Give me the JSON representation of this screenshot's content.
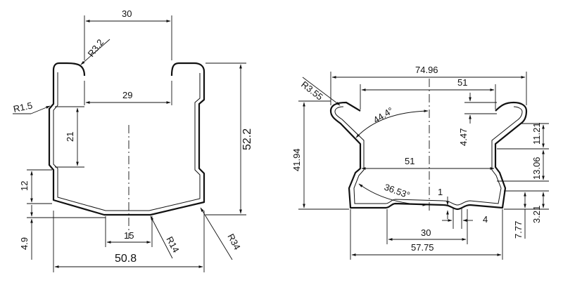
{
  "left_profile": {
    "dims": {
      "top_opening": "30",
      "corner_radius_top": "R3.2",
      "inner_width": "29",
      "side_radius": "R1.5",
      "slot_height": "21",
      "total_height": "52.2",
      "lower_step": "12",
      "bottom_offset": "4.9",
      "bottom_flat": "15",
      "bottom_radius_small": "R14",
      "bottom_radius_large": "R34",
      "overall_width": "50.8"
    }
  },
  "right_profile": {
    "dims": {
      "overall_width": "74.96",
      "corner_radius": "R3.55",
      "top_span": "51",
      "top_angle": "44.4°",
      "lip_height": "4.47",
      "upper_step": "11.21",
      "total_height": "41.94",
      "mid_span": "51",
      "mid_step": "13.06",
      "bottom_angle": "36.53°",
      "small_gap": "1",
      "bottom_step": "3.21",
      "bottom_offset": "7.77",
      "notch_width": "4",
      "notch_span": "30",
      "bottom_width": "57.75"
    }
  }
}
